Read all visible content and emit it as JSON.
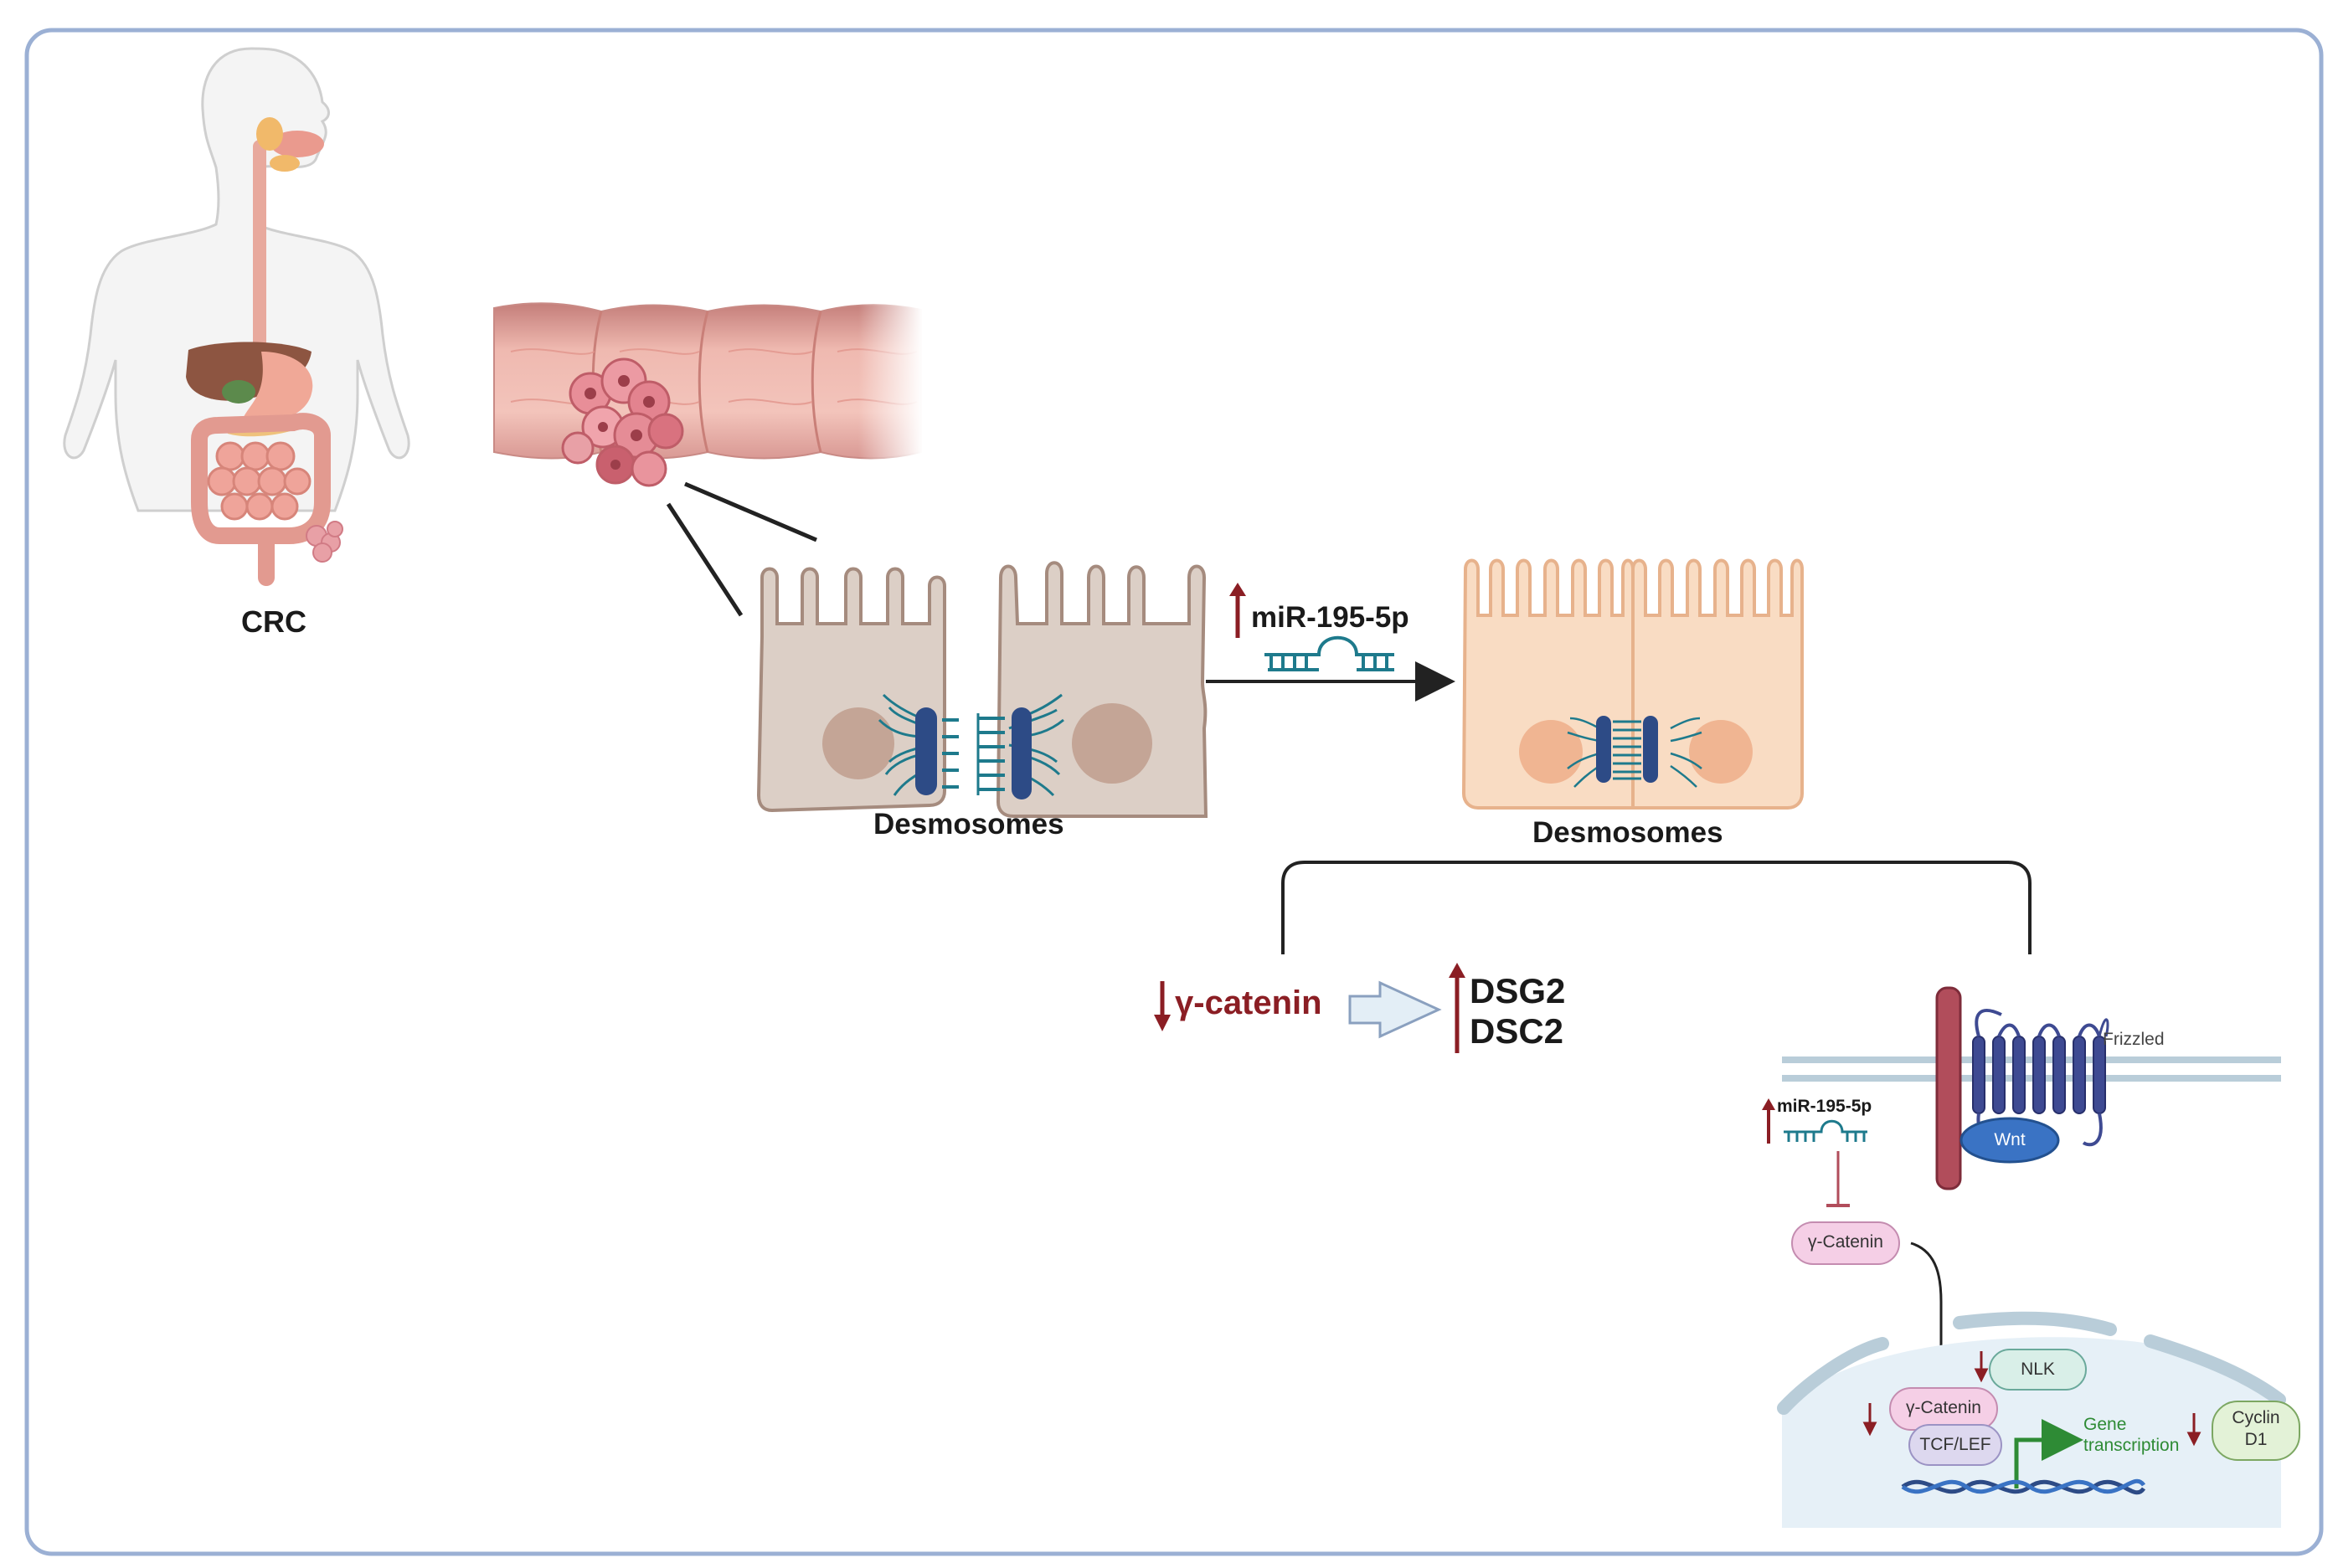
{
  "labels": {
    "crc": "CRC",
    "desmosomes_left": "Desmosomes",
    "desmosomes_right": "Desmosomes",
    "mir_main": "miR-195-5p",
    "gamma_catenin_main": "γ-catenin",
    "dsg2": "DSG2",
    "dsc2": "DSC2",
    "frizzled": "Frizzled",
    "wnt": "Wnt",
    "mir_small": "miR-195-5p",
    "gamma_catenin_pill": "γ-Catenin",
    "gamma_catenin_nucleus": "γ-Catenin",
    "tcf_lef": "TCF/LEF",
    "nlk": "NLK",
    "gene_transcription_1": "Gene",
    "gene_transcription_2": "transcription",
    "cyclin_1": "Cyclin",
    "cyclin_2": "D1"
  },
  "colors": {
    "frame": "#9bb0d4",
    "up_arrow": "#8b1e24",
    "down_arrow": "#8b1e24",
    "text_dark": "#1a1a1a",
    "gamma_text": "#8b1e24",
    "cell_left": "#dccfc6",
    "cell_right": "#f9dcc3",
    "desmosome": "#2d4b86",
    "filament": "#1e7a8c",
    "receptor": "#3e4a92",
    "wnt_fill": "#3a73c4",
    "gene_green": "#2e8b35",
    "membrane": "#b9cdd9",
    "nucleus_fill": "#e6f0f7",
    "pill_pink": "#f5cfe6",
    "pill_lavender": "#ddd8ef",
    "pill_mint": "#d9efe8",
    "pill_green": "#e3f2d7"
  }
}
